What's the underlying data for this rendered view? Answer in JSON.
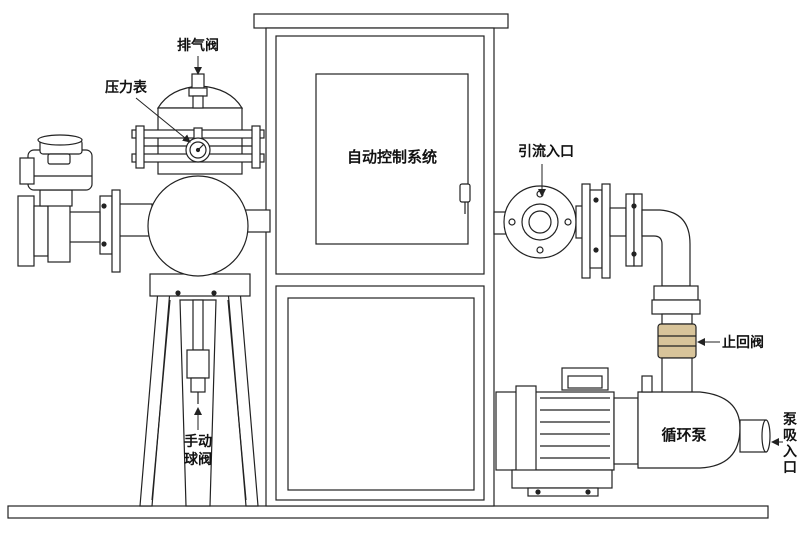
{
  "labels": {
    "exhaust_valve": "排气阀",
    "pressure_gauge": "压力表",
    "control_system": "自动控制系统",
    "drainage_inlet": "引流入口",
    "check_valve": "止回阀",
    "circulation_pump": "循环泵",
    "pump_inlet_line1": "泵",
    "pump_inlet_line2": "吸",
    "pump_inlet_line3": "入",
    "pump_inlet_line4": "口",
    "manual_valve_line1": "手动",
    "manual_valve_line2": "球阀"
  },
  "colors": {
    "stroke": "#222222",
    "check_valve_brass": "#d8c49a",
    "background": "#ffffff"
  }
}
